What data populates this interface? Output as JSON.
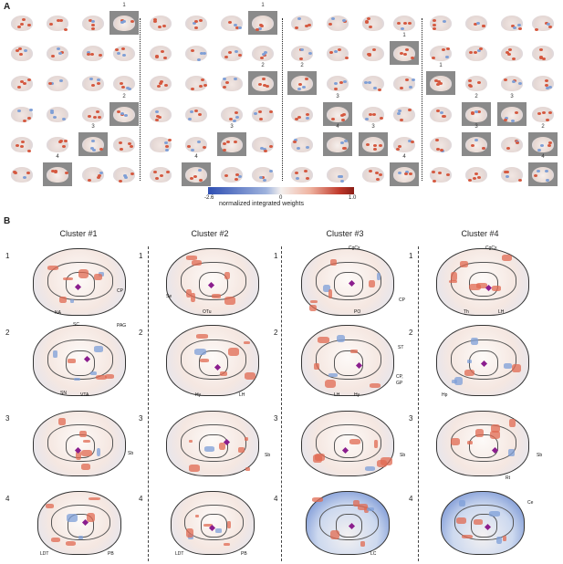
{
  "panel_a": {
    "letter": "A",
    "column_numbers": [
      "1",
      "1",
      "1",
      "2",
      "2",
      "1",
      "2",
      "2",
      "3",
      "3",
      "3",
      "3",
      "3",
      "2",
      "3",
      "4",
      "4",
      "4",
      "4",
      "4"
    ],
    "colorbar": {
      "min_label": "-2.6",
      "mid_label": "0",
      "max_label": "1.0",
      "title": "normalized integrated weights",
      "colors": [
        "#2f4fb3",
        "#f4f0ee",
        "#8a1d16"
      ]
    }
  },
  "panel_b": {
    "letter": "B",
    "clusters": [
      "Cluster #1",
      "Cluster #2",
      "Cluster #3",
      "Cluster #4"
    ],
    "row_numbers": [
      "1",
      "2",
      "3",
      "4"
    ],
    "labels": {
      "c1": {
        "r1": [
          "CP",
          "NA"
        ],
        "r2": [
          "SC",
          "PAG",
          "SN",
          "VTA"
        ],
        "r3": [
          "Sb"
        ],
        "r4": [
          "LDT",
          "PB"
        ]
      },
      "c2": {
        "r1": [
          "Se",
          "OTu"
        ],
        "r2": [
          "Hy",
          "LH"
        ],
        "r3": [
          "Sb"
        ],
        "r4": [
          "LDT",
          "PB"
        ]
      },
      "c3": {
        "r1": [
          "CgCx",
          "CP",
          "PO"
        ],
        "r2": [
          "ST",
          "CP,",
          "GP",
          "LH",
          "Hy"
        ],
        "r3": [
          "Sb"
        ],
        "r4": [
          "LC"
        ]
      },
      "c4": {
        "r1": [
          "CgCx",
          "Th",
          "LH"
        ],
        "r2": [
          "Hp"
        ],
        "r3": [
          "Sb",
          "Rt"
        ],
        "r4": [
          "Ce"
        ]
      }
    }
  }
}
